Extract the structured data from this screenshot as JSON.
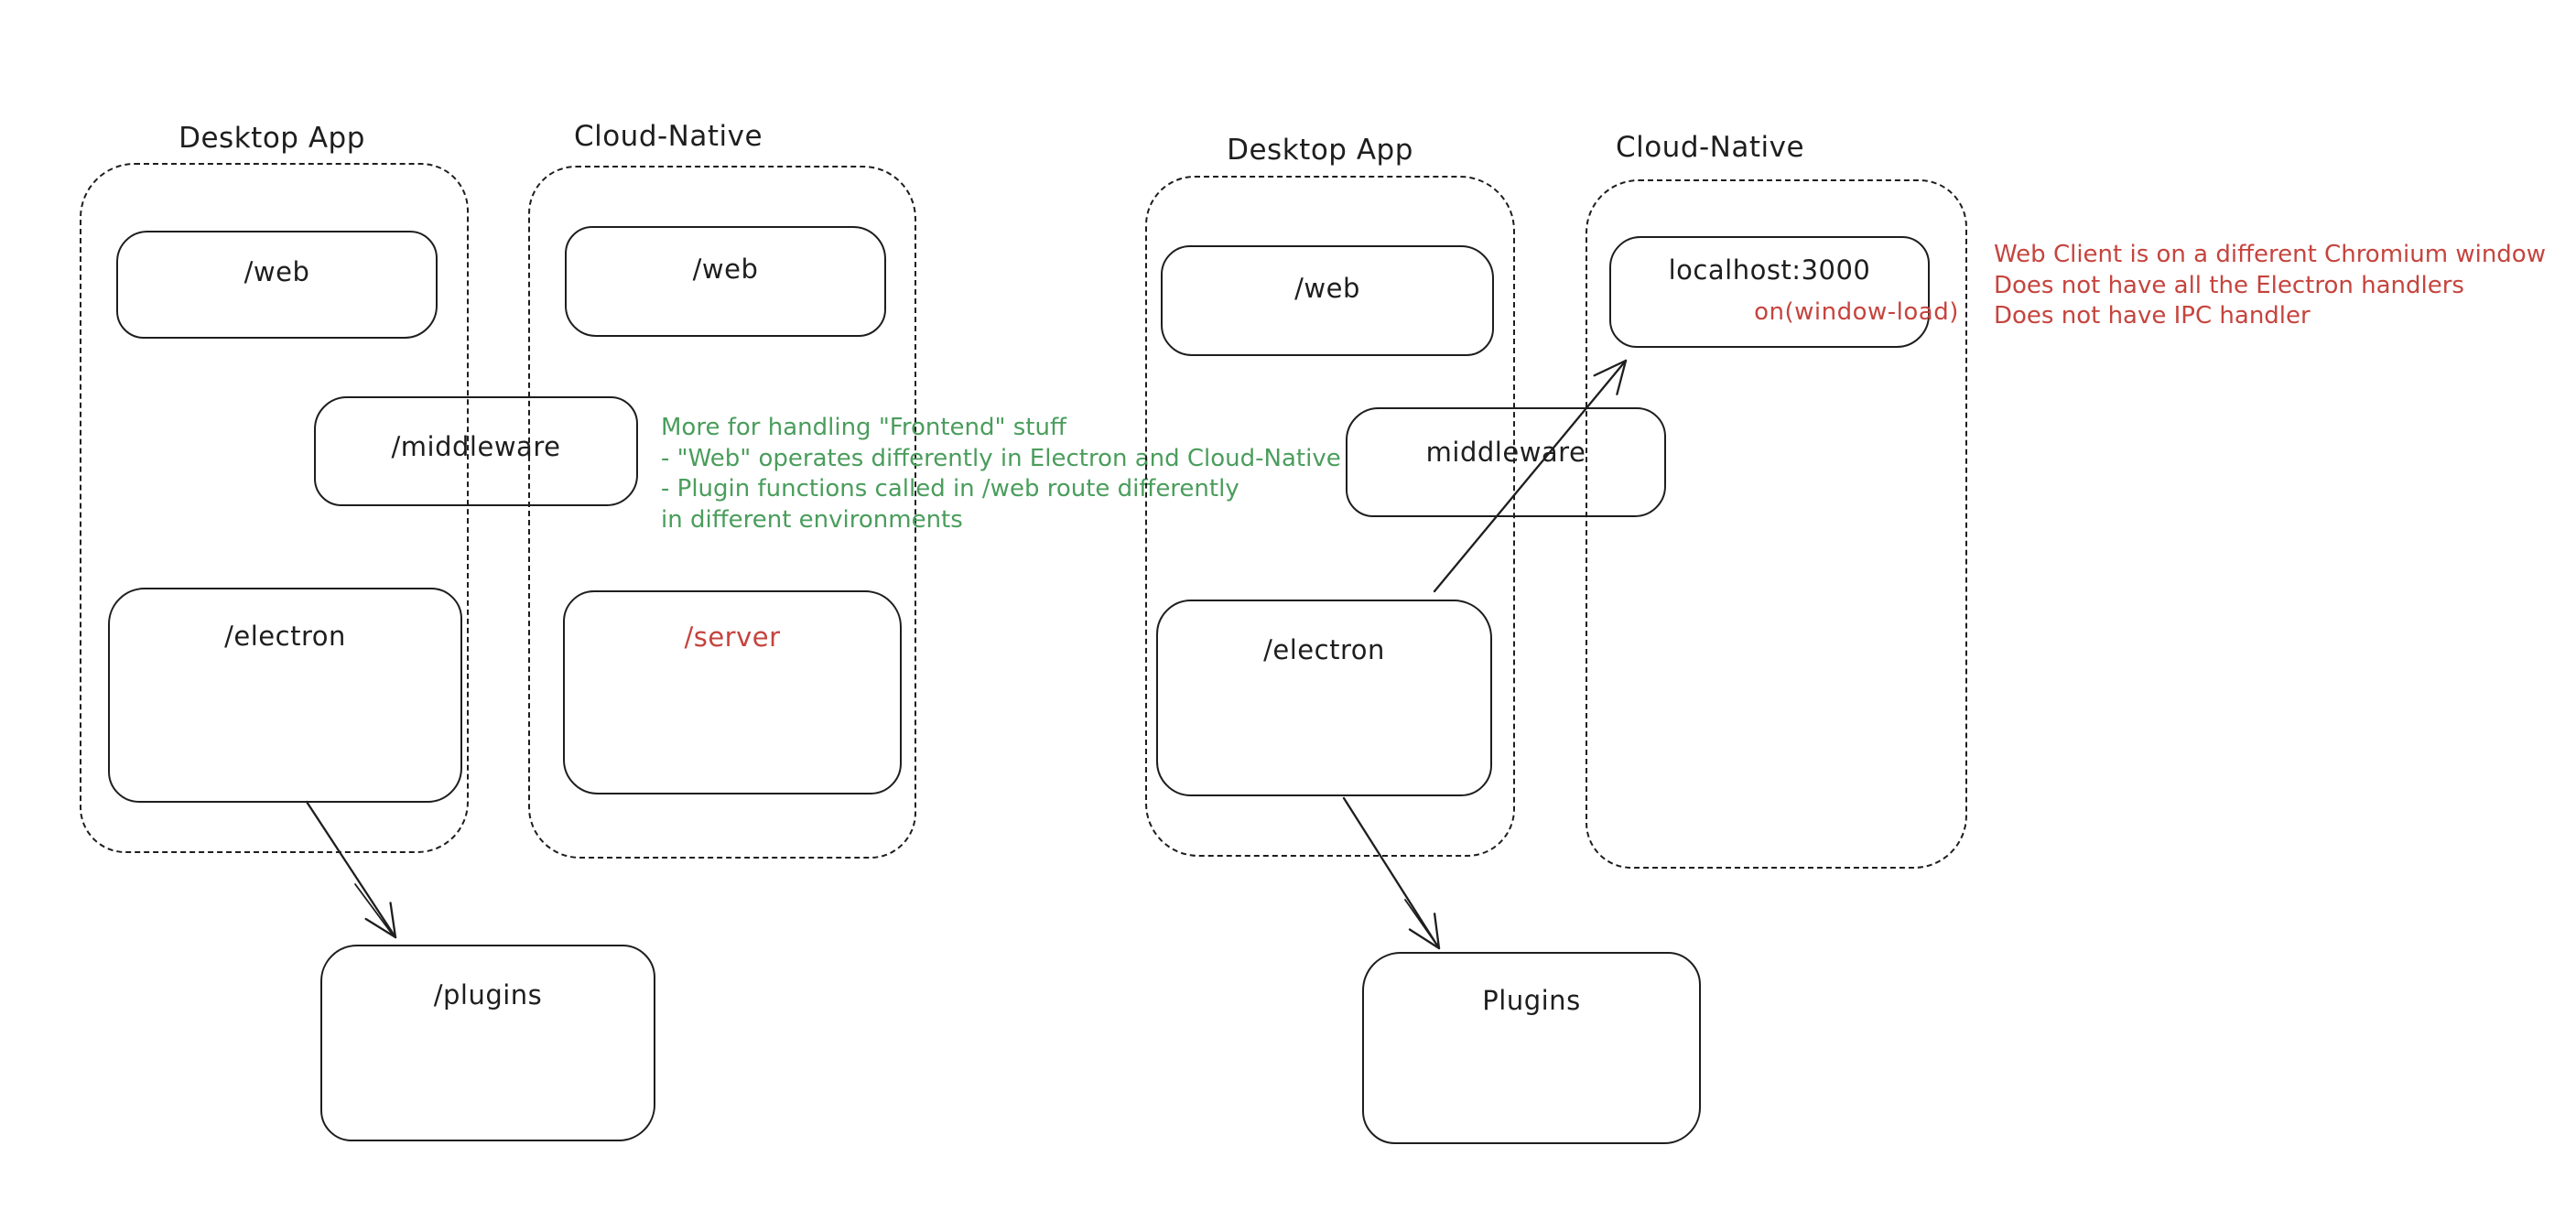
{
  "left_diagram": {
    "desktop_app_label": "Desktop App",
    "cloud_native_label": "Cloud-Native",
    "nodes": {
      "web_desktop": "/web",
      "web_cloud": "/web",
      "middleware": "/middleware",
      "electron": "/electron",
      "server": "/server",
      "plugins": "/plugins"
    }
  },
  "right_diagram": {
    "desktop_app_label": "Desktop App",
    "cloud_native_label": "Cloud-Native",
    "nodes": {
      "web_desktop": "/web",
      "localhost": "localhost:3000",
      "localhost_event": "on(window-load)",
      "middleware": "middleware",
      "electron": "/electron",
      "plugins": "Plugins"
    }
  },
  "annotations": {
    "green_note": {
      "color": "#4a9d5c",
      "lines": [
        "More for handling \"Frontend\" stuff",
        "- \"Web\" operates differently in Electron and Cloud-Native",
        "- Plugin functions called in /web route differently",
        "in different environments"
      ]
    },
    "red_note": {
      "color": "#c5443e",
      "lines": [
        "Web Client is on a different Chromium window",
        "Does not have all the Electron handlers",
        "Does not have IPC handler"
      ]
    }
  },
  "colors": {
    "stroke": "#1e1e1e",
    "background": "#ffffff",
    "accent_red": "#c5443e",
    "accent_green": "#4a9d5c"
  }
}
